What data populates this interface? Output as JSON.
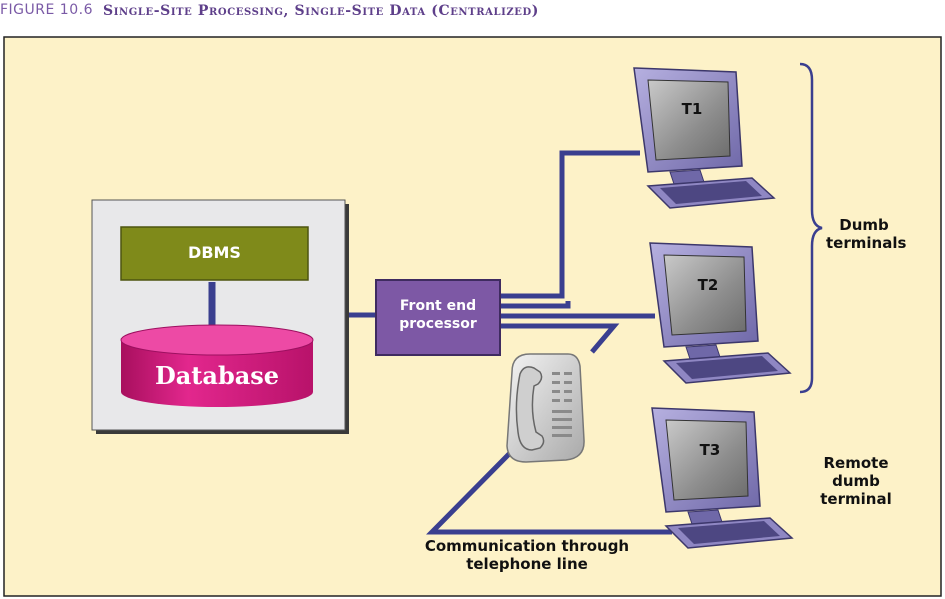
{
  "header": {
    "figure_number": "FIGURE 10.6",
    "title": "Single-Site Processing, Single-Site Data (Centralized)"
  },
  "diagram": {
    "dbms_label": "DBMS",
    "database_label": "Database",
    "fep_label_line1": "Front end",
    "fep_label_line2": "processor",
    "terminals": [
      {
        "label": "T1"
      },
      {
        "label": "T2"
      },
      {
        "label": "T3"
      }
    ],
    "dumb_terminals_line1": "Dumb",
    "dumb_terminals_line2": "terminals",
    "remote_line1": "Remote",
    "remote_line2": "dumb",
    "remote_line3": "terminal",
    "phone_line_line1": "Communication through",
    "phone_line_line2": "telephone line"
  },
  "colors": {
    "panel_bg": "#fdf2c8",
    "cable": "#3a3f8f",
    "dbms": "#7f8a1a",
    "database": "#d5187e",
    "fep": "#7d58a5",
    "monitor": "#8f87c3"
  }
}
